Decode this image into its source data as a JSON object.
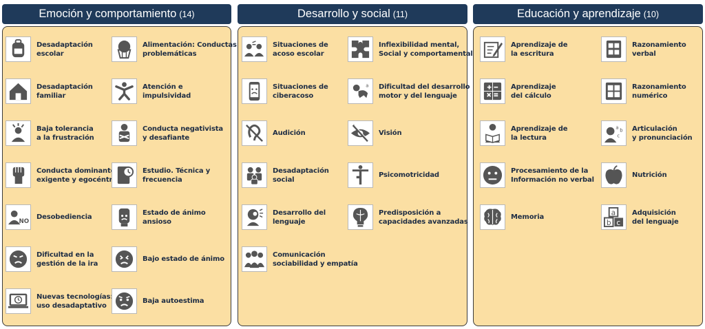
{
  "columns": [
    {
      "title": "Emoción y comportamiento",
      "count": "(14)",
      "items": [
        {
          "label": "Desadaptación\nescolar",
          "icon": "school-backpack-icon"
        },
        {
          "label": "Alimentación: Conductas\nproblemáticas",
          "icon": "cupcake-icon"
        },
        {
          "label": "Desadaptación\nfamiliar",
          "icon": "family-house-icon"
        },
        {
          "label": "Atención e\nimpulsividad",
          "icon": "jumping-person-icon"
        },
        {
          "label": "Baja tolerancia\na la frustración",
          "icon": "frustrated-person-icon"
        },
        {
          "label": "Conducta negativista\ny desafiante",
          "icon": "crossed-arms-person-icon"
        },
        {
          "label": "Conducta dominante\nexigente y egocéntrica",
          "icon": "raised-fist-icon"
        },
        {
          "label": "Estudio. Técnica y\nfrecuencia",
          "icon": "book-clock-icon"
        },
        {
          "label": "Desobediencia",
          "icon": "person-no-icon"
        },
        {
          "label": "Estado de ánimo\nansioso",
          "icon": "anxious-hand-icon"
        },
        {
          "label": "Dificultad en la\ngestión de la ira",
          "icon": "angry-face-icon"
        },
        {
          "label": "Bajo estado de ánimo",
          "icon": "sad-face-icon"
        },
        {
          "label": "Nuevas tecnologías:\nuso desadaptativo",
          "icon": "laptop-clock-icon"
        },
        {
          "label": "Baja autoestima",
          "icon": "worried-face-icon"
        }
      ]
    },
    {
      "title": "Desarrollo y social",
      "count": "(11)",
      "items": [
        {
          "label": "Situaciones de\nacoso escolar",
          "icon": "bullying-icon"
        },
        {
          "label": "Inflexibilidad mental,\nSocial y comportamental",
          "icon": "puzzle-icon"
        },
        {
          "label": "Situaciones de\nciberacoso",
          "icon": "phone-sad-icon"
        },
        {
          "label": "Dificultad del desarrollo\nmotor y del lenguaje",
          "icon": "crawling-baby-icon"
        },
        {
          "label": "Audición",
          "icon": "ear-crossed-icon"
        },
        {
          "label": "Visión",
          "icon": "eye-crossed-icon"
        },
        {
          "label": "Desadaptación\nsocial",
          "icon": "group-people-icon"
        },
        {
          "label": "Psicomotricidad",
          "icon": "balance-person-icon"
        },
        {
          "label": "Desarrollo del\nlenguaje",
          "icon": "speaking-head-icon"
        },
        {
          "label": "Predisposición a\ncapacidades avanzadas",
          "icon": "brain-bulb-icon"
        },
        {
          "label": "Comunicación\nsociabilidad y empatía",
          "icon": "people-crowd-icon"
        }
      ]
    },
    {
      "title": "Educación y aprendizaje",
      "count": "(10)",
      "items": [
        {
          "label": "Aprendizaje de\nla escritura",
          "icon": "writing-pencil-icon"
        },
        {
          "label": "Razonamiento\nverbal",
          "icon": "letter-tiles-icon"
        },
        {
          "label": "Aprendizaje\ndel cálculo",
          "icon": "calculator-icon"
        },
        {
          "label": "Razonamiento\nnumérico",
          "icon": "number-tiles-icon"
        },
        {
          "label": "Aprendizaje de\nla lectura",
          "icon": "reading-person-icon"
        },
        {
          "label": "Articulación\ny pronunciación",
          "icon": "speaking-letters-icon"
        },
        {
          "label": "Procesamiento de la\nInformación no verbal",
          "icon": "blank-face-icon"
        },
        {
          "label": "Nutrición",
          "icon": "apple-icon"
        },
        {
          "label": "Memoria",
          "icon": "brain-icon"
        },
        {
          "label": "Adquisición\ndel lenguaje",
          "icon": "abc-blocks-icon"
        }
      ]
    }
  ]
}
